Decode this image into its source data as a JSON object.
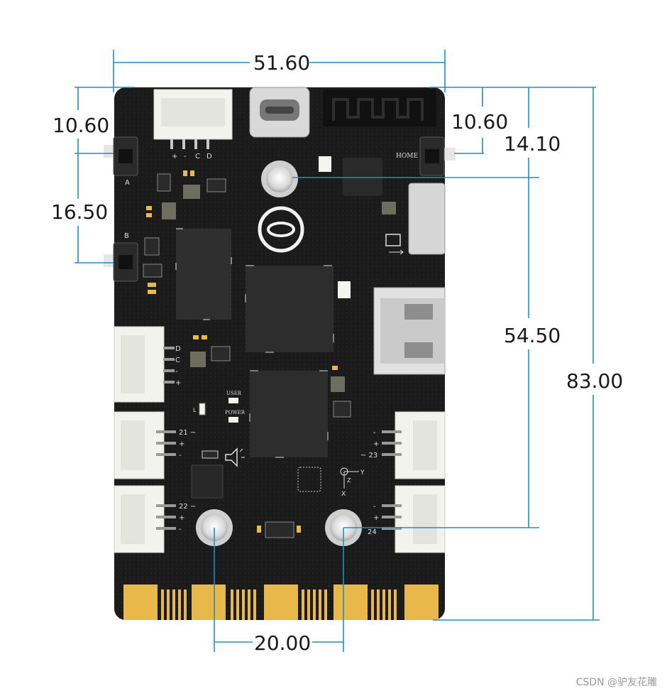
{
  "dimensions": {
    "board_width": "51.60",
    "left_edge_to_a": "10.60",
    "right_edge_to_home": "10.60",
    "top_to_upper_hole": "14.10",
    "a_to_b": "16.50",
    "hole_to_hole_vertical": "54.50",
    "board_height": "83.00",
    "lower_hole_spacing": "20.00"
  },
  "silkscreen": {
    "connector_top_pins": [
      "+",
      "-",
      "C",
      "D"
    ],
    "button_a": "A",
    "button_b": "B",
    "button_home": "HOME",
    "left_port_pins": [
      "D",
      "C",
      "-",
      "+"
    ],
    "port_21": "21 ~",
    "port_22": "22 ~",
    "port_23": "~ 23",
    "port_24": "24",
    "plus": "+",
    "minus": "-",
    "led_user": "USER",
    "led_power": "POWER",
    "led_l": "L",
    "axis_y": "Y",
    "axis_z": "Z",
    "axis_x": "X"
  },
  "watermark": "CSDN @驴友花雕",
  "colors": {
    "pcb": "#1b1b1b",
    "dimension_line": "#1e8fc4",
    "gold": "#e8b84a",
    "connector": "#f2f2ee"
  }
}
